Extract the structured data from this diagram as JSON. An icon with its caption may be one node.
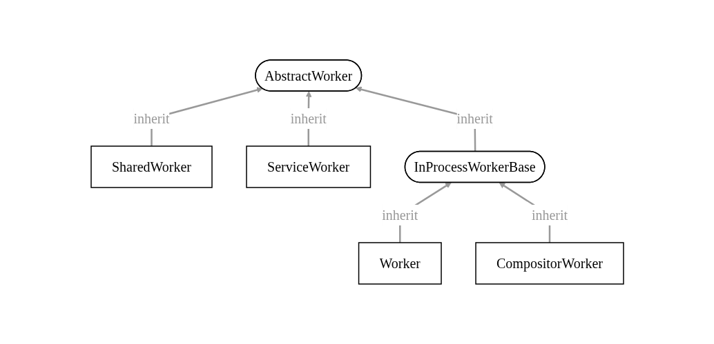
{
  "diagram": {
    "nodes": [
      {
        "text": [
          "AbstractWorker"
        ]
      },
      {
        "text": [
          "SharedWorker"
        ]
      },
      {
        "text": [
          "ServiceWorker"
        ]
      },
      {
        "text": [
          "InProcessWorkerBase"
        ]
      },
      {
        "text": [
          "Worker"
        ]
      },
      {
        "text": [
          "CompositorWorker"
        ]
      }
    ],
    "edges": [
      {
        "from": 1,
        "to": 0,
        "arrow": "to",
        "label": "inherit"
      },
      {
        "from": 2,
        "to": 0,
        "arrow": "to",
        "label": "inherit"
      },
      {
        "from": 3,
        "to": 0,
        "arrow": "to",
        "label": "inherit"
      },
      {
        "from": 4,
        "to": 3,
        "arrow": "to",
        "label": "inherit"
      },
      {
        "from": 5,
        "to": 3,
        "arrow": "to",
        "label": "inherit"
      }
    ]
  }
}
